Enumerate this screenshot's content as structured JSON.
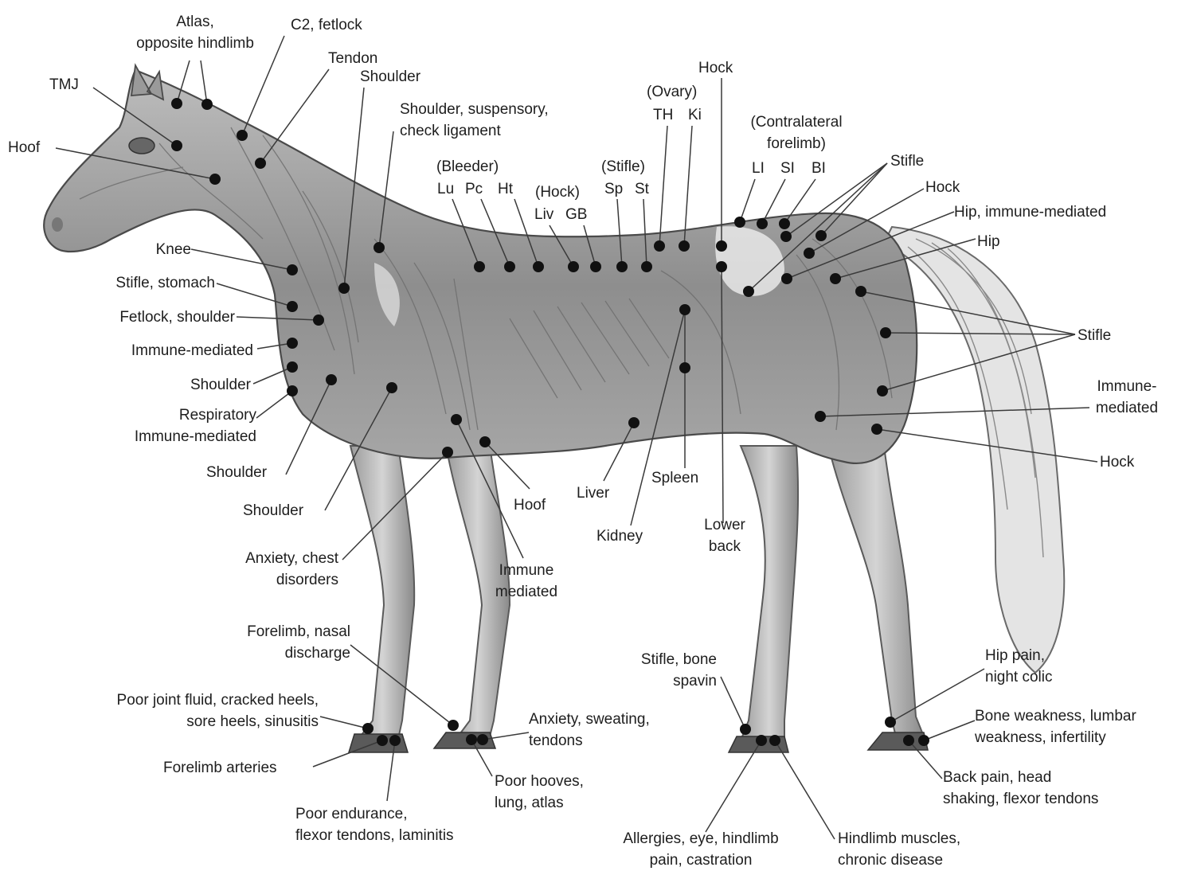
{
  "labels": {
    "atlas": "Atlas,\nopposite hindlimb",
    "c2": "C2, fetlock",
    "tendon": "Tendon",
    "shoulder_top": "Shoulder",
    "tmj": "TMJ",
    "hoof_head": "Hoof",
    "shoulder_susp": "Shoulder, suspensory,\ncheck ligament",
    "bleeder": "(Bleeder)",
    "lu": "Lu",
    "pc": "Pc",
    "ht": "Ht",
    "hock_paren": "(Hock)",
    "liv": "Liv",
    "gb": "GB",
    "stifle_paren": "(Stifle)",
    "sp": "Sp",
    "st": "St",
    "ovary": "(Ovary)",
    "th": "TH",
    "ki": "Ki",
    "hock_top": "Hock",
    "contralateral": "(Contralateral\nforelimb)",
    "li": "LI",
    "si": "SI",
    "bi": "BI",
    "stifle_right": "Stifle",
    "hock_right": "Hock",
    "hip_immune": "Hip, immune-mediated",
    "hip": "Hip",
    "stifle_mid": "Stifle",
    "immune_right": "Immune-\nmediated",
    "hock_low": "Hock",
    "knee": "Knee",
    "stifle_stomach": "Stifle, stomach",
    "fetlock_shoulder": "Fetlock, shoulder",
    "immune_left": "Immune-mediated",
    "shoulder_left": "Shoulder",
    "respiratory": "Respiratory\nImmune-mediated",
    "shoulder_low1": "Shoulder",
    "shoulder_low2": "Shoulder",
    "anxiety_chest": "Anxiety, chest\ndisorders",
    "hoof_mid": "Hoof",
    "immune_mid": "Immune\nmediated",
    "liver": "Liver",
    "spleen": "Spleen",
    "kidney": "Kidney",
    "lower_back": "Lower\nback",
    "forelimb_nasal": "Forelimb, nasal\ndischarge",
    "poor_joint": "Poor joint fluid, cracked heels,\nsore heels, sinusitis",
    "forelimb_arteries": "Forelimb arteries",
    "poor_endurance": "Poor endurance,\nflexor tendons, laminitis",
    "anxiety_sweat": "Anxiety, sweating,\ntendons",
    "poor_hooves": "Poor hooves,\nlung, atlas",
    "stifle_bone": "Stifle, bone\nspavin",
    "allergies": "Allergies, eye, hindlimb\npain, castration",
    "hindlimb_muscles": "Hindlimb muscles,\nchronic disease",
    "hip_pain": "Hip pain,\nnight colic",
    "bone_weak": "Bone weakness, lumbar\nweakness, infertility",
    "back_pain": "Back pain, head\nshaking, flexor tendons"
  }
}
